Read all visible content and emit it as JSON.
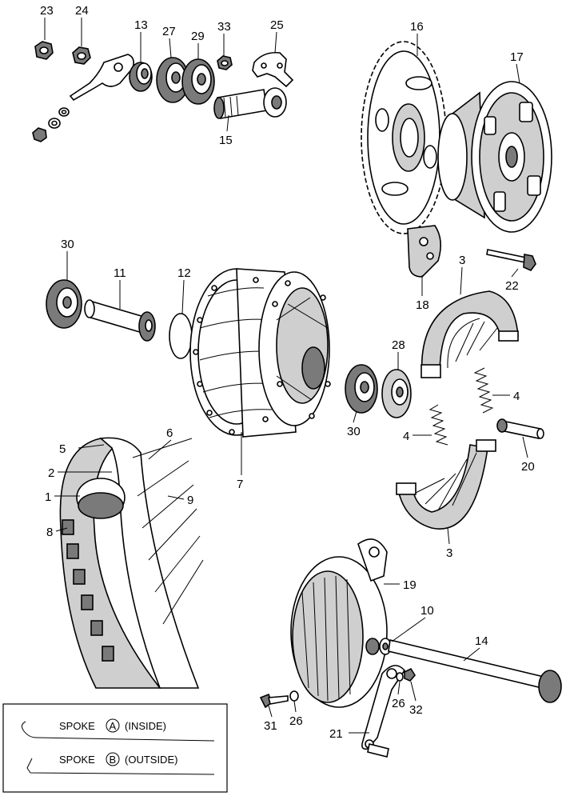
{
  "labels": {
    "l1": "1",
    "l2": "2",
    "l3a": "3",
    "l3b": "3",
    "l4a": "4",
    "l4b": "4",
    "l5": "5",
    "l6": "6",
    "l7": "7",
    "l8": "8",
    "l9": "9",
    "l10": "10",
    "l11": "11",
    "l12": "12",
    "l13": "13",
    "l14": "14",
    "l15": "15",
    "l16": "16",
    "l17": "17",
    "l18": "18",
    "l19": "19",
    "l20": "20",
    "l21": "21",
    "l22": "22",
    "l23": "23",
    "l24": "24",
    "l25": "25",
    "l26a": "26",
    "l26b": "26",
    "l27": "27",
    "l28": "28",
    "l29": "29",
    "l30a": "30",
    "l30b": "30",
    "l31": "31",
    "l32": "32",
    "l33": "33"
  },
  "legend": {
    "spoke_a_prefix": "SPOKE",
    "spoke_a_letter": "A",
    "spoke_a_suffix": "(INSIDE)",
    "spoke_b_prefix": "SPOKE",
    "spoke_b_letter": "B",
    "spoke_b_suffix": "(OUTSIDE)"
  }
}
